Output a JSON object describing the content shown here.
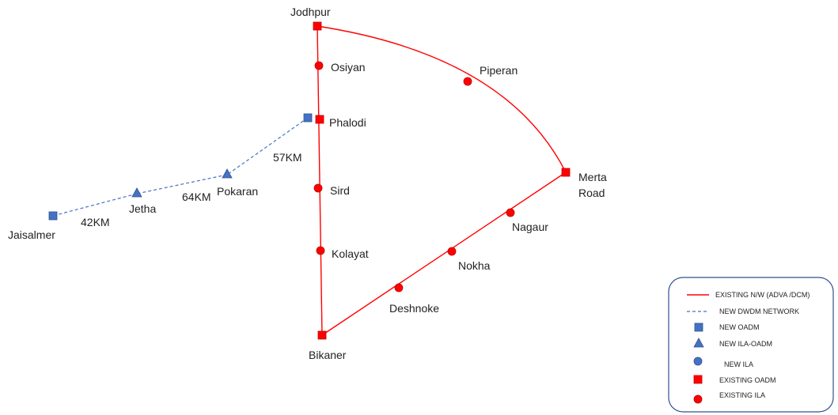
{
  "colors": {
    "existing": "#ff0000",
    "new": "#4472c4",
    "existing_marker_edge": "#c00000",
    "new_marker_edge": "#2f528f",
    "legend_border": "#2f528f",
    "text": "#222222"
  },
  "nodes": {
    "jodhpur": {
      "label": "Jodhpur",
      "kind": "existing-oadm"
    },
    "osiyan": {
      "label": "Osiyan",
      "kind": "existing-ila"
    },
    "phalodi": {
      "label": "Phalodi",
      "kind": "existing-oadm"
    },
    "sird": {
      "label": "Sird",
      "kind": "existing-ila"
    },
    "kolayat": {
      "label": "Kolayat",
      "kind": "existing-ila"
    },
    "bikaner": {
      "label": "Bikaner",
      "kind": "existing-oadm"
    },
    "piperan": {
      "label": "Piperan",
      "kind": "existing-ila"
    },
    "merta_road": {
      "label_line1": "Merta",
      "label_line2": "Road",
      "kind": "existing-oadm"
    },
    "nagaur": {
      "label": "Nagaur",
      "kind": "existing-ila"
    },
    "nokha": {
      "label": "Nokha",
      "kind": "existing-ila"
    },
    "deshnoke": {
      "label": "Deshnoke",
      "kind": "existing-ila"
    },
    "phalodi_new": {
      "kind": "new-oadm"
    },
    "pokaran": {
      "label": "Pokaran",
      "kind": "new-ila-oadm"
    },
    "jetha": {
      "label": "Jetha",
      "kind": "new-ila-oadm"
    },
    "jaisalmer": {
      "label": "Jaisalmer",
      "kind": "new-oadm"
    }
  },
  "links": {
    "phalodi_pokaran": "57KM",
    "pokaran_jetha": "64KM",
    "jetha_jaisalmer": "42KM"
  },
  "legend": {
    "items": [
      {
        "label": "EXISTING N/W (ADVA /DCM)",
        "symbol": "solid-line-icon"
      },
      {
        "label": "NEW DWDM NETWORK",
        "symbol": "dashed-line-icon"
      },
      {
        "label": "NEW OADM",
        "symbol": "blue-square-icon"
      },
      {
        "label": "NEW ILA-OADM",
        "symbol": "blue-triangle-icon"
      },
      {
        "label": "NEW ILA",
        "symbol": "blue-circle-icon"
      },
      {
        "label": "EXISTING OADM",
        "symbol": "red-square-icon"
      },
      {
        "label": "EXISTING ILA",
        "symbol": "red-circle-icon"
      }
    ]
  }
}
